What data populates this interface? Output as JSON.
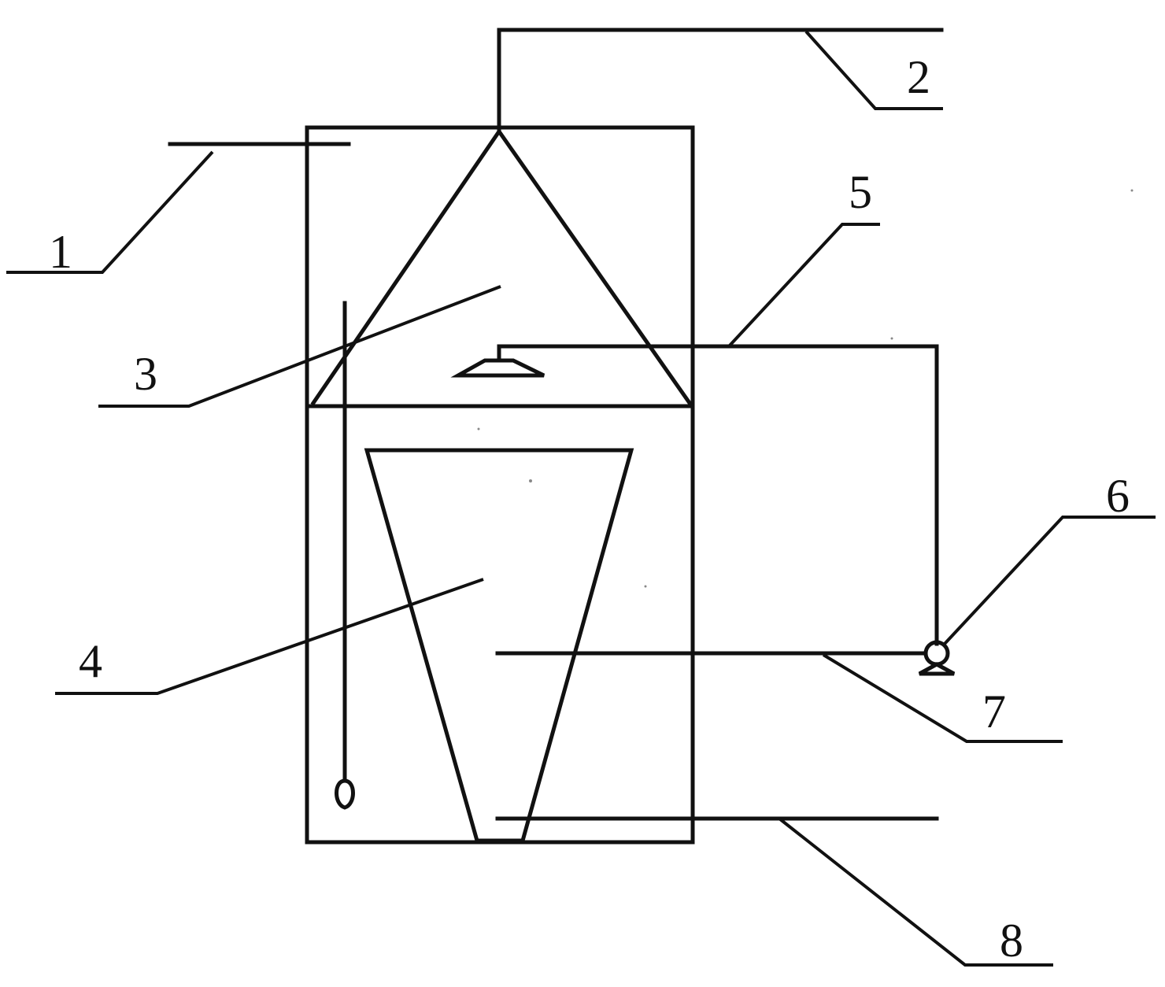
{
  "diagram": {
    "labels": {
      "l1": "1",
      "l2": "2",
      "l3": "3",
      "l4": "4",
      "l5": "5",
      "l6": "6",
      "l7": "7",
      "l8": "8"
    },
    "colors": {
      "line": "#111111",
      "background": "#ffffff"
    }
  }
}
